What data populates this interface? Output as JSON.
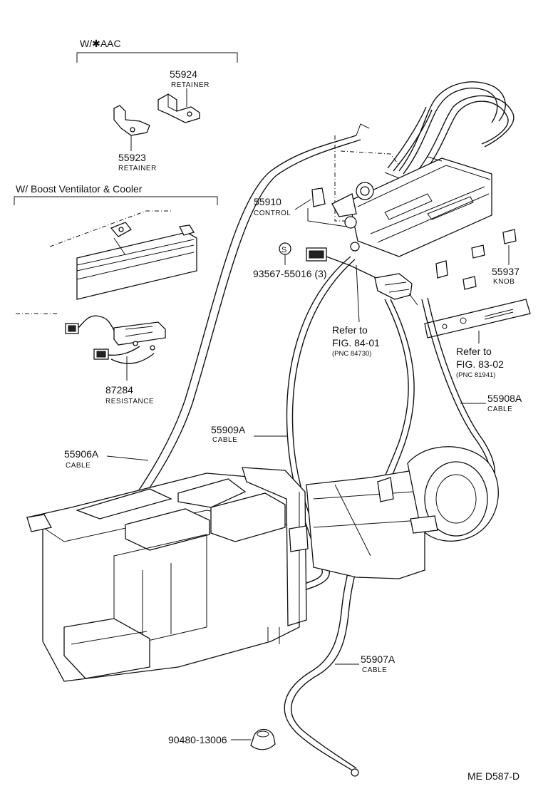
{
  "headers": {
    "aac": "W/✱AAC",
    "boost": "W/ Boost Ventilator & Cooler"
  },
  "parts": [
    {
      "number": "55924",
      "name": "RETAINER"
    },
    {
      "number": "55923",
      "name": "RETAINER"
    },
    {
      "number": "55910",
      "name": "CONTROL"
    },
    {
      "number": "93567-55016 (3)",
      "name": ""
    },
    {
      "number": "55937",
      "name": "KNOB"
    },
    {
      "number": "87284",
      "name": "RESISTANCE"
    },
    {
      "number": "55909A",
      "name": "CABLE"
    },
    {
      "number": "55906A",
      "name": "CABLE"
    },
    {
      "number": "55908A",
      "name": "CABLE"
    },
    {
      "number": "55907A",
      "name": "CABLE"
    },
    {
      "number": "90480-13006",
      "name": ""
    }
  ],
  "references": [
    {
      "line1": "Refer to",
      "line2": "FIG. 84-01",
      "pnc": "(PNC 84730)"
    },
    {
      "line1": "Refer to",
      "line2": "FIG. 83-02",
      "pnc": "(PNC 81941)"
    }
  ],
  "standard_marker": "S",
  "footer_code": "ME  D587-D"
}
